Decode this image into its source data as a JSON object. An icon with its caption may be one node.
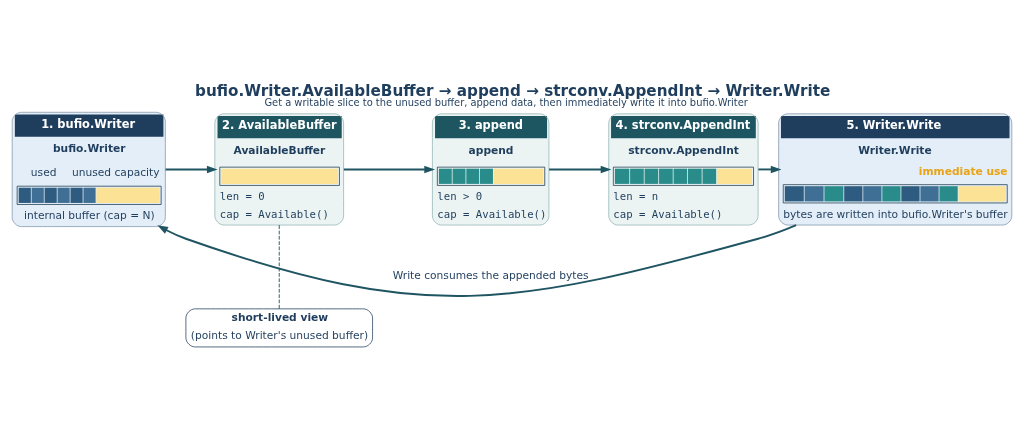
{
  "diagram": {
    "title": "bufio.Writer.AvailableBuffer → append → strconv.AppendInt → Writer.Write",
    "caption": "Get a writable slice to the unused buffer, append data, then immediately write it into bufio.Writer",
    "nodes": [
      {
        "text": [
          "1. bufio.Writer",
          "bufio.Writer",
          "used",
          "unused capacity",
          "internal buffer (cap = N)"
        ]
      },
      {
        "text": [
          "2. AvailableBuffer",
          "AvailableBuffer",
          "len = 0",
          "cap = Available()"
        ]
      },
      {
        "text": [
          "3. append",
          "append",
          "len > 0",
          "cap = Available()"
        ]
      },
      {
        "text": [
          "4. strconv.AppendInt",
          "strconv.AppendInt",
          "len = n",
          "cap = Available()"
        ]
      },
      {
        "text": [
          "5. Writer.Write",
          "Writer.Write",
          "immediate use",
          "bytes are written into bufio.Writer's buffer"
        ]
      },
      {
        "text": [
          "short-lived view",
          "(points to Writer's unused buffer)"
        ]
      }
    ],
    "edges": [
      {
        "from": 0,
        "to": 1,
        "arrow": "to"
      },
      {
        "from": 1,
        "to": 2,
        "arrow": "to"
      },
      {
        "from": 2,
        "to": 3,
        "arrow": "to"
      },
      {
        "from": 3,
        "to": 4,
        "arrow": "to"
      },
      {
        "from": 1,
        "to": 5,
        "arrow": "none",
        "style": "dashed"
      },
      {
        "from": 4,
        "to": 0,
        "arrow": "to",
        "label": "Write consumes the appended bytes"
      }
    ]
  }
}
